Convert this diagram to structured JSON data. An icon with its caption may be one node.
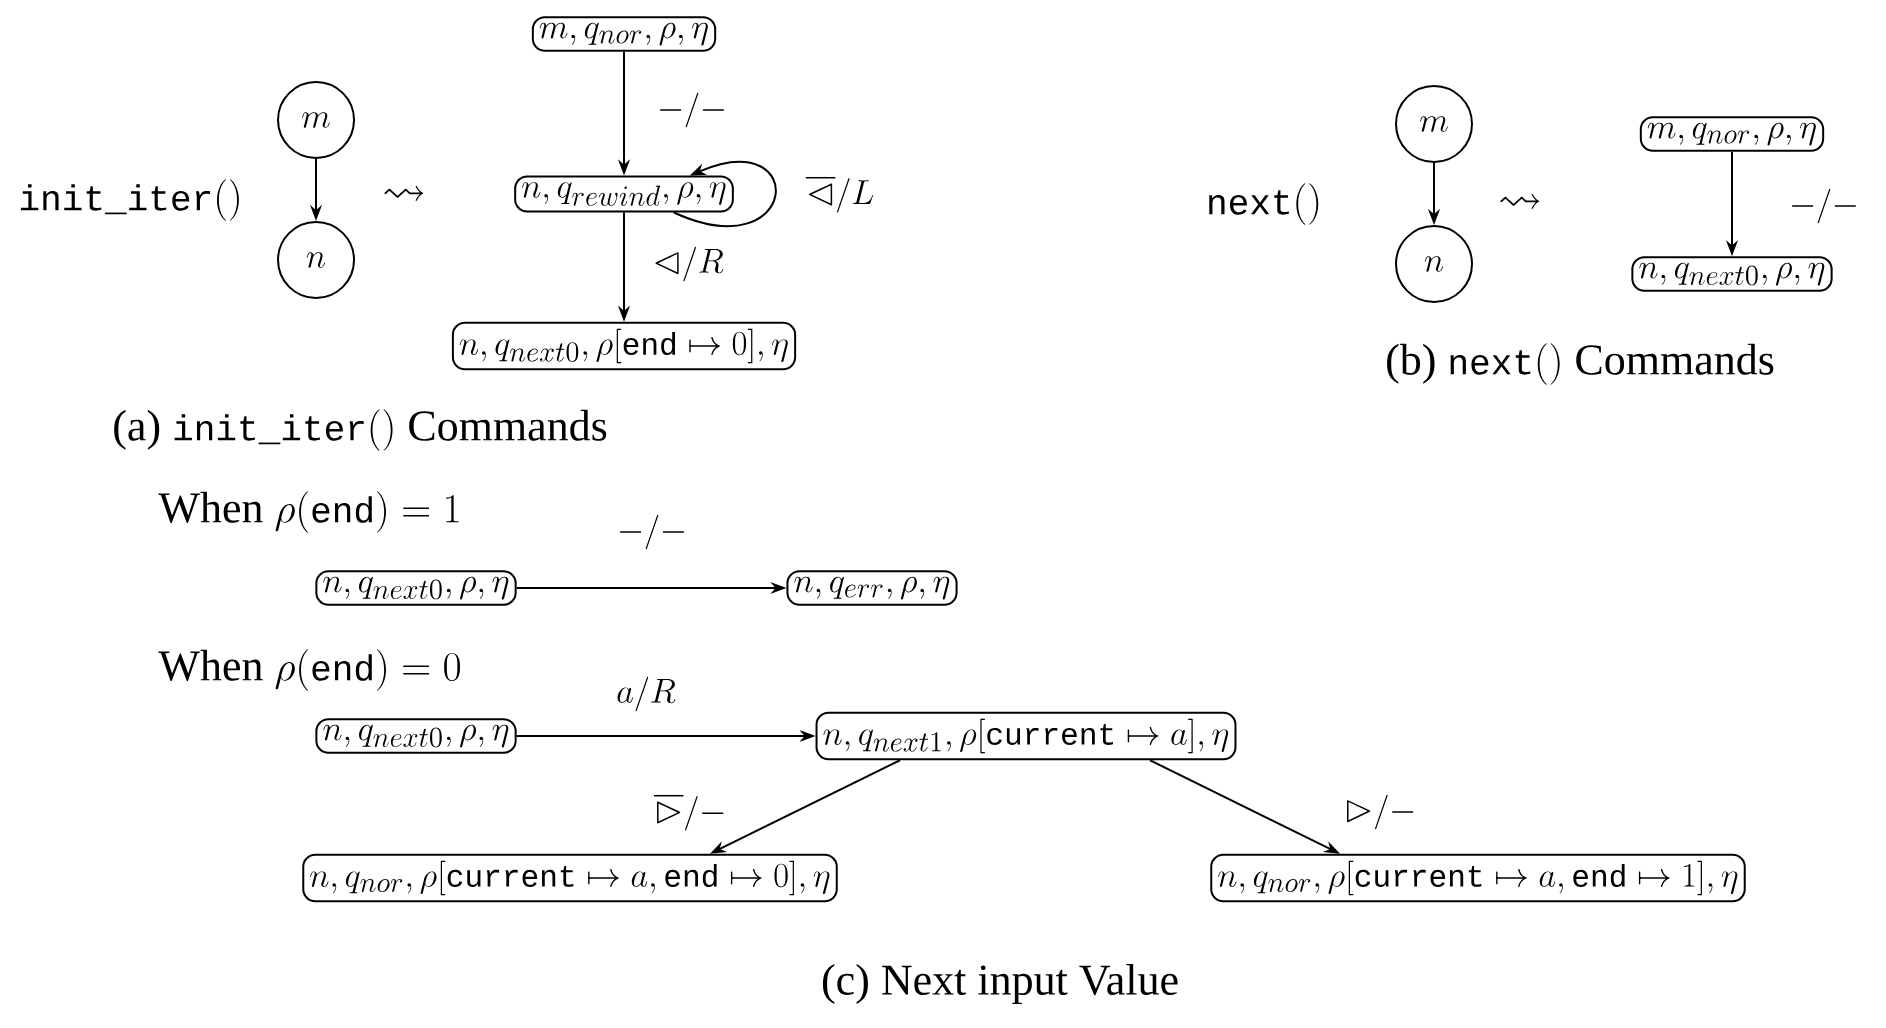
{
  "diagram": {
    "nodes": [
      {
        "text": [
          "m"
        ]
      },
      {
        "text": [
          "n"
        ]
      },
      {
        "text": [
          "m, q_{nor}, \\rho, \\eta"
        ]
      },
      {
        "text": [
          "n, q_{rewind}, \\rho, \\eta"
        ]
      },
      {
        "text": [
          "n, q_{next0}, \\rho[\\texttt{end} \\mapsto 0], \\eta"
        ]
      },
      {
        "text": [
          "m"
        ]
      },
      {
        "text": [
          "n"
        ]
      },
      {
        "text": [
          "m, q_{nor}, \\rho, \\eta"
        ]
      },
      {
        "text": [
          "n, q_{next0}, \\rho, \\eta"
        ]
      },
      {
        "text": [
          "n, q_{next0}, \\rho, \\eta"
        ]
      },
      {
        "text": [
          "n, q_{err}, \\rho, \\eta"
        ]
      },
      {
        "text": [
          "n, q_{next0}, \\rho, \\eta"
        ]
      },
      {
        "text": [
          "n, q_{next1}, \\rho[\\texttt{current} \\mapsto a], \\eta"
        ]
      },
      {
        "text": [
          "n, q_{nor}, \\rho[\\texttt{current} \\mapsto a, \\texttt{end} \\mapsto 0], \\eta"
        ]
      },
      {
        "text": [
          "n, q_{nor}, \\rho[\\texttt{current} \\mapsto a, \\texttt{end} \\mapsto 1], \\eta"
        ]
      }
    ],
    "edges": [
      {
        "from": 0,
        "to": 1,
        "arrow": "to"
      },
      {
        "from": 2,
        "to": 3,
        "arrow": "to",
        "label": "-/-"
      },
      {
        "from": 3,
        "to": 3,
        "arrow": "to",
        "label": "\\overline{\\lhd}/L"
      },
      {
        "from": 3,
        "to": 4,
        "arrow": "to",
        "label": "\\lhd/R"
      },
      {
        "from": 5,
        "to": 6,
        "arrow": "to"
      },
      {
        "from": 7,
        "to": 8,
        "arrow": "to",
        "label": "-/-"
      },
      {
        "from": 9,
        "to": 10,
        "arrow": "to",
        "label": "-/-"
      },
      {
        "from": 11,
        "to": 12,
        "arrow": "to",
        "label": "a/R"
      },
      {
        "from": 12,
        "to": 13,
        "arrow": "to",
        "label": "\\overline{\\rhd}/-"
      },
      {
        "from": 12,
        "to": 14,
        "arrow": "to",
        "label": "\\rhd/-"
      }
    ],
    "labels": [
      "\\texttt{init\\_iter}()",
      "\\rightsquigarrow",
      "\\text{(a) }\\texttt{init\\_iter}()\\text{ Commands}",
      "\\texttt{next}()",
      "\\rightsquigarrow",
      "\\text{(b) }\\texttt{next}()\\text{ Commands}",
      "\\text{When }\\rho(\\texttt{end}) = 1",
      "\\text{When }\\rho(\\texttt{end}) = 0",
      "\\text{(c) Next input Value}"
    ]
  }
}
